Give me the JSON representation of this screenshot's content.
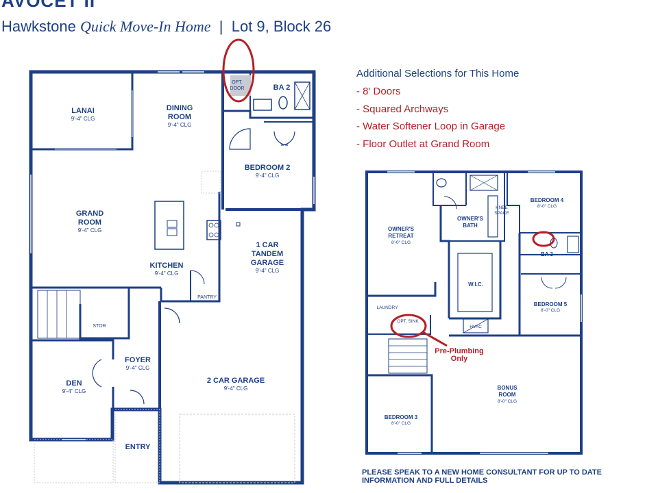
{
  "header": {
    "model_name": "AVOCET II",
    "community": "Hawkstone",
    "home_type": "Quick Move-In Home",
    "separator": "|",
    "lot": "Lot 9, Block 26"
  },
  "selections": {
    "title": "Additional Selections for This Home",
    "items": [
      "- 8' Doors",
      "- Squared Archways",
      "- Water Softener Loop in Garage",
      "- Floor Outlet at Grand Room"
    ]
  },
  "first_floor": {
    "lanai": {
      "name": "LANAI",
      "ceiling": "9'-4\" CLG"
    },
    "dining": {
      "name1": "DINING",
      "name2": "ROOM",
      "ceiling": "9'-4\" CLG"
    },
    "opt_door": {
      "line1": "OPT.",
      "line2": "DOOR"
    },
    "ba2": {
      "name": "BA 2"
    },
    "bedroom2": {
      "name": "BEDROOM 2",
      "ceiling": "9'-4\" CLG"
    },
    "grand_room": {
      "name1": "GRAND",
      "name2": "ROOM",
      "ceiling": "9'-4\" CLG"
    },
    "tandem_garage": {
      "name1": "1 CAR",
      "name2": "TANDEM",
      "name3": "GARAGE",
      "ceiling": "9'-4\" CLG"
    },
    "kitchen": {
      "name": "KITCHEN",
      "ceiling": "9'-4\" CLG"
    },
    "pantry": {
      "name": "PANTRY"
    },
    "stor": {
      "name": "STOR"
    },
    "foyer": {
      "name": "FOYER",
      "ceiling": "9'-4\" CLG"
    },
    "den": {
      "name": "DEN",
      "ceiling": "9'-4\" CLG"
    },
    "garage2": {
      "name": "2 CAR GARAGE",
      "ceiling": "9'-4\" CLG"
    },
    "entry": {
      "name": "ENTRY"
    }
  },
  "second_floor": {
    "owners_retreat": {
      "name1": "OWNER'S",
      "name2": "RETREAT",
      "ceiling": "8'-0\" CLG"
    },
    "owners_bath": {
      "name1": "OWNER'S",
      "name2": "BATH"
    },
    "knee_space": {
      "line1": "KNEE",
      "line2": "SPACE"
    },
    "bedroom4": {
      "name": "BEDROOM 4",
      "ceiling": "8'-0\" CLG"
    },
    "ba3": {
      "name": "BA 3"
    },
    "wic": {
      "name": "W.I.C."
    },
    "bedroom5": {
      "name": "BEDROOM 5",
      "ceiling": "8'-0\" CLG"
    },
    "laundry": {
      "name": "LAUNDRY"
    },
    "opt_sink": {
      "name": "OPT. SINK"
    },
    "hvac": {
      "name": "HVAC"
    },
    "pre_plumbing": {
      "line1": "Pre-Plumbing",
      "line2": "Only"
    },
    "bonus": {
      "name1": "BONUS",
      "name2": "ROOM",
      "ceiling": "8'-0\" CLG"
    },
    "bedroom3": {
      "name": "BEDROOM 3",
      "ceiling": "8'-0\" CLG"
    }
  },
  "footer": {
    "line1": "PLEASE SPEAK TO A NEW HOME CONSULTANT FOR UP TO DATE",
    "line2": "INFORMATION AND FULL DETAILS"
  },
  "colors": {
    "wall": "#1d3f85",
    "highlight": "#b32027",
    "fixture": "#c8ccd2"
  }
}
